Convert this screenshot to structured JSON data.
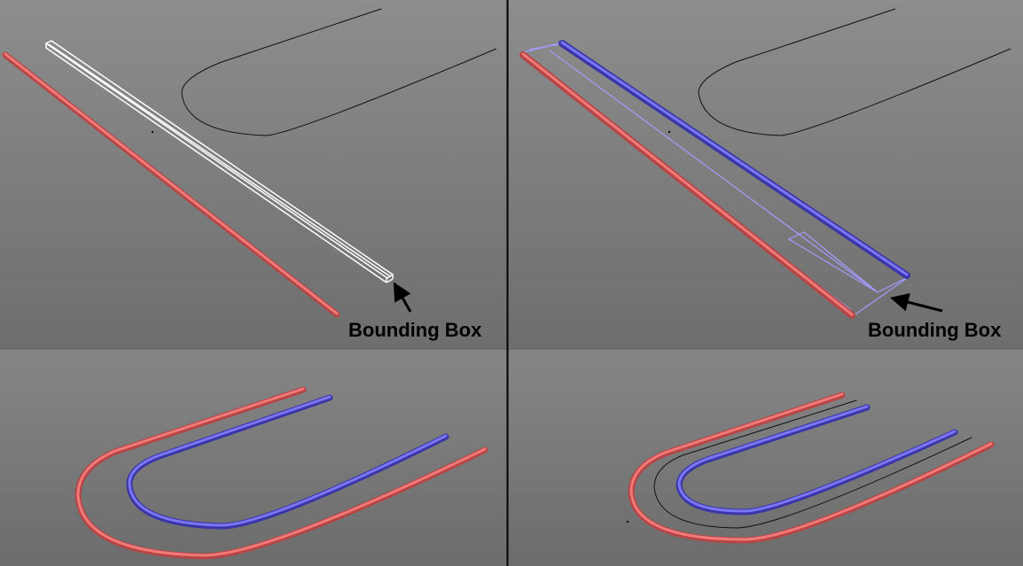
{
  "panels": [
    {
      "id": "top-left",
      "label": "Bounding Box"
    },
    {
      "id": "top-right",
      "label": "Bounding Box"
    },
    {
      "id": "bottom-left"
    },
    {
      "id": "bottom-right"
    }
  ],
  "colors": {
    "background_top": "#8a8a8a",
    "background_bottom": "#6f6f6f",
    "divider": "#000000",
    "red_object": "#e35a5a",
    "red_highlight": "#ff9a9a",
    "blue_object": "#4a46c4",
    "blue_highlight": "#8f8cff",
    "bounding_box": "#9a96ff",
    "white_outline": "#ffffff",
    "spline": "#111111"
  }
}
